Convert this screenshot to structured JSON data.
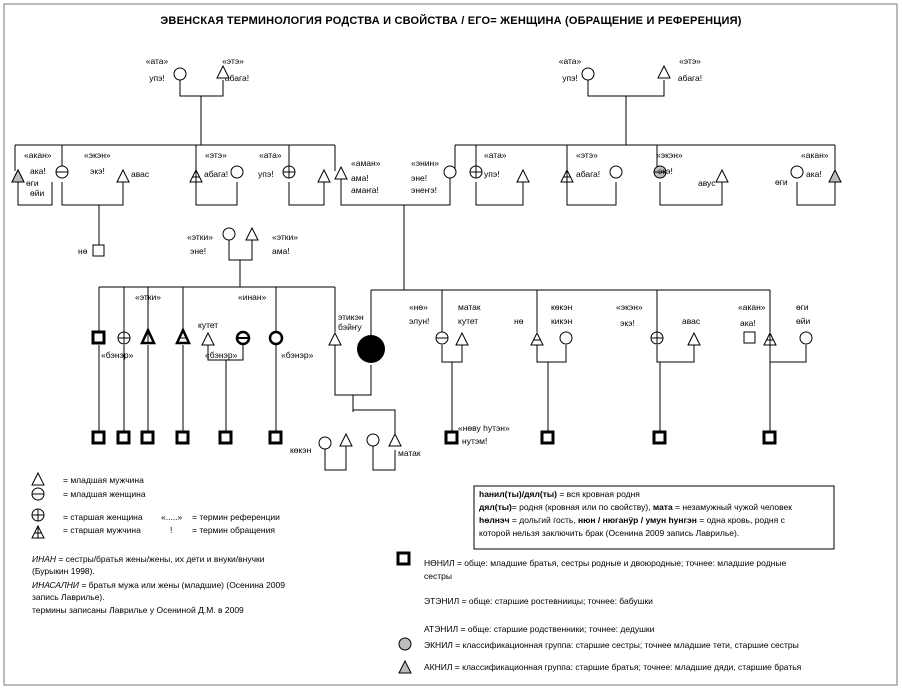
{
  "title": "ЭВЕНСКАЯ ТЕРМИНОЛОГИЯ РОДСТВА И СВОЙСТВА / ЕГО= ЖЕНЩИНА (ОБРАЩЕНИЕ И РЕФЕРЕНЦИЯ)",
  "grandparents_left": {
    "gm_ref": "«ата»",
    "gm_addr": "упэ!",
    "gf_ref": "«этэ»",
    "gf_addr": "абага!"
  },
  "grandparents_right": {
    "gm_ref": "«ата»",
    "gm_addr": "упэ!",
    "gf_ref": "«этэ»",
    "gf_addr": "абага!"
  },
  "parents_gen": {
    "akan_l_ref": "«акан»",
    "akan_l_addr": "ака!",
    "ogi_l": "өги",
    "eyi_l": "өйи",
    "eken_l_ref": "«экэн»",
    "eken_l_addr": "экэ!",
    "avas_l": "авас",
    "ete_l_ref": "«этэ»",
    "ete_l_addr": "абага!",
    "ata_l_ref": "«ата»",
    "ata_l_addr": "упэ!",
    "aman_ref": "«аман»",
    "aman_a1": "ама!",
    "aman_a2": "амаҥа!",
    "enin_ref": "«энин»",
    "enin_a1": "эне!",
    "enin_a2": "энеҥэ!",
    "ata_r_ref": "«ата»",
    "ata_r_addr": "упэ!",
    "ete_r_ref": "«этэ»",
    "ete_r_addr": "абага!",
    "eken_r_ref": "«экэн»",
    "eken_r_addr": "экэ!",
    "avus_r": "авус",
    "ogi_r": "өги",
    "akan_r_ref": "«акан»",
    "akan_r_addr": "ака!",
    "no_l": "нө"
  },
  "husband_parents": {
    "mil_ref": "«этки»",
    "mil_addr": "эне!",
    "fil_ref": "«этки»",
    "fil_addr": "ама!"
  },
  "ego_gen": {
    "etki": "«этки»",
    "inan": "«инан»",
    "bener1": "«бэнэр»",
    "kutet_l": "кутет",
    "bener2": "«бэнэр»",
    "bener3": "«бэнэр»",
    "etiken1": "этикэн",
    "etiken2": "бэйҥу",
    "no_ref": "«нө»",
    "no_addr": "элун!",
    "matak1": "матак",
    "kutet_r": "кутет",
    "no2": "нө",
    "koken1": "көкэн",
    "koken2": "кикэн",
    "eken_ref": "«экэн»",
    "eken_addr": "экэ!",
    "avas_r": "авас",
    "akan_ref": "«акан»",
    "akan_addr": "ака!",
    "ogi2": "өги",
    "eyi2": "өйи"
  },
  "children_gen": {
    "koken": "көкэн",
    "matak": "матак",
    "novu1": "«нөву һутэн»",
    "novu2": "нутэм!"
  },
  "legend_symbols": [
    "= младшая мужчина",
    "= младшая женщина",
    "= старшая женщина",
    "= старшая мужчина"
  ],
  "legend_terms": {
    "ref_sym": "«.....»",
    "ref_text": "= термин референции",
    "addr_sym": "!",
    "addr_text": "= термин обращения"
  },
  "notes": {
    "inan": "ИНАН",
    "inan_text": "= сестры/братья жены/жены, их дети и внуки/внучки",
    "inan_src": "(Бурыкин 1998).",
    "inasalni": "ИНАСАЛНИ",
    "inasalni_text": "= братья мужа или жены (младшие) (Осенина 2009",
    "inasalni_src": "запись Лаврилье).",
    "recorded": "термины записаны Лаврилье у Осениной Д.М. в 2009"
  },
  "box": {
    "l1a": "һанил(ты)/дял(ты)",
    "l1b": " = вся кровная родня",
    "l2a": "дял(ты)",
    "l2b": "= родня (кровная или по свойству), ",
    "l2c": "мата",
    "l2d": " = незамужный чужой человек",
    "l3a": "һөлнэч",
    "l3b": " = дольгий гость, ",
    "l3c": "нюн / нюганӱр / умун һунгэн",
    "l3d": " = одна кровь, родня с",
    "l4": "которой нельзя заключить брак (Осенина 2009 запись Лаврилье)."
  },
  "groups": [
    "НӨНИЛ = обще: младшие братья, сестры родные и двоюродные; точнее: младшие родные",
    "сестры",
    "ЭТЭНИЛ = обще: старшие ростевниицы; точнее: бабушки",
    "АТЭНИЛ = обще: старшие родственники; точнее: дедушки",
    "ЭКНИЛ = классификационная группа: старшие сестры; точнее младшие тети, старшие сестры",
    "АКНИЛ = классификационная группа: старшие братья; точнее: младшие дяди, старшие братья"
  ]
}
